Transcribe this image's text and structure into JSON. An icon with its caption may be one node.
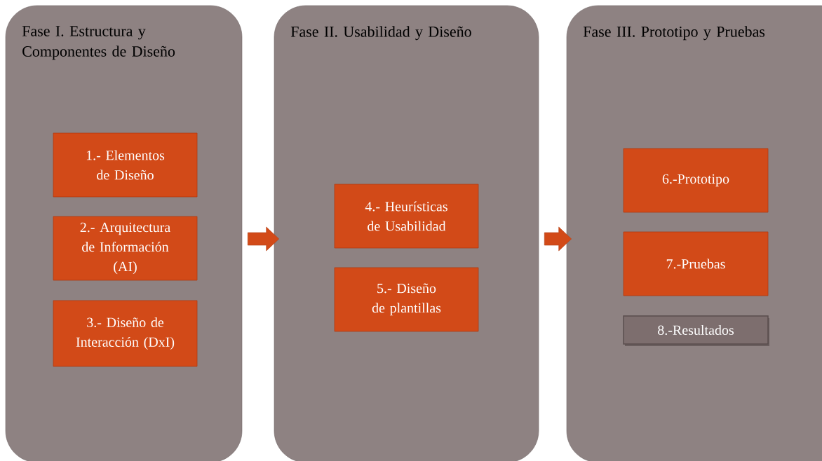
{
  "diagram": {
    "nodes": [
      {
        "text": [
          "Fase I. Estructura y Componentes de Diseño"
        ]
      },
      {
        "text": [
          "1.- Elementos de Diseño"
        ],
        "in": 0
      },
      {
        "text": [
          "2.- Arquitectura de Información (AI)"
        ],
        "in": 0
      },
      {
        "text": [
          "3.- Diseño de Interacción (DxI)"
        ],
        "in": 0
      },
      {
        "text": [
          "Fase II. Usabilidad y Diseño"
        ]
      },
      {
        "text": [
          "4.- Heurísticas de Usabilidad"
        ],
        "in": 4
      },
      {
        "text": [
          "5.- Diseño de plantillas"
        ],
        "in": 4
      },
      {
        "text": [
          "Fase III. Prototipo y Pruebas"
        ]
      },
      {
        "text": [
          "6.-Prototipo"
        ],
        "in": 7
      },
      {
        "text": [
          "7.-Pruebas"
        ],
        "in": 7
      },
      {
        "text": [
          "8.-Resultados"
        ],
        "in": 7
      }
    ],
    "edges": [
      {
        "from": 0,
        "to": 4,
        "arrow": "to"
      },
      {
        "from": 4,
        "to": 7,
        "arrow": "to"
      }
    ]
  }
}
